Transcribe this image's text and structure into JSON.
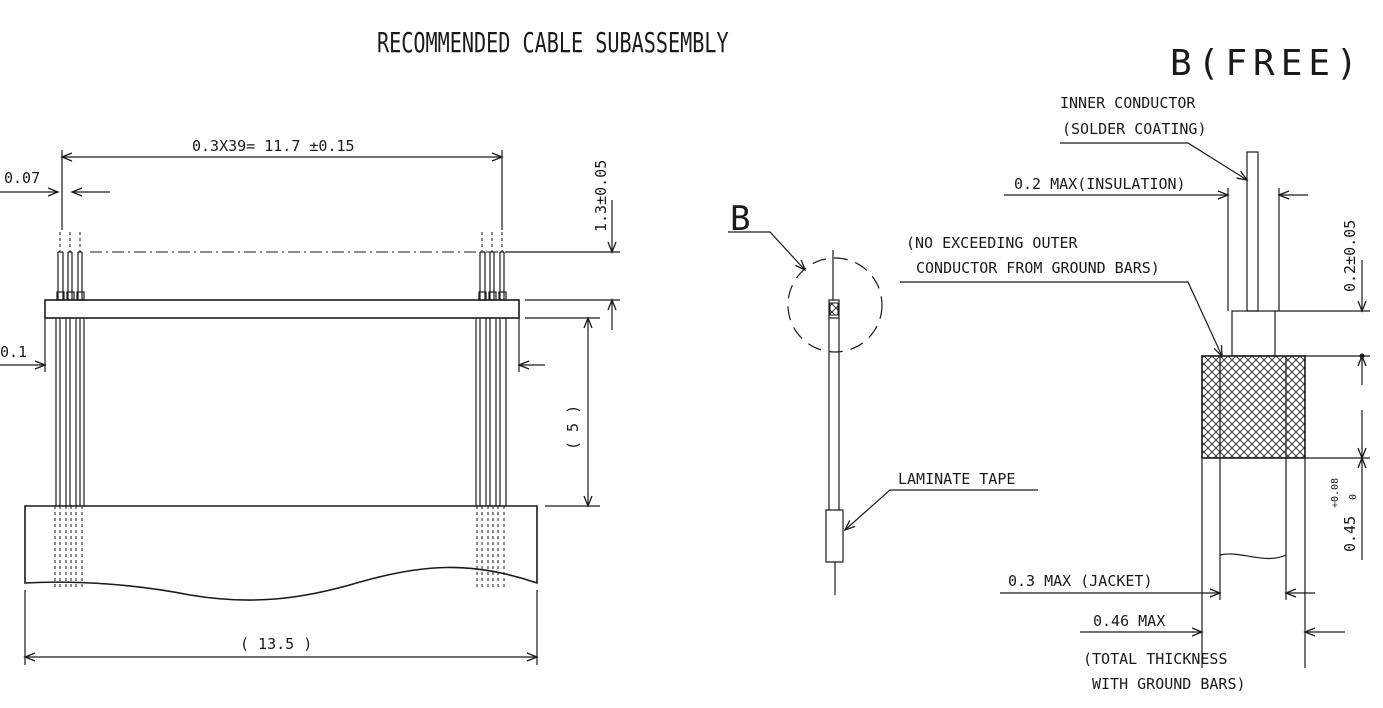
{
  "title": "RECOMMENDED CABLE SUBASSEMBLY",
  "detail": {
    "name": "B(FREE)",
    "callout": "B"
  },
  "front_view": {
    "pitch_dim": "0.3X39= 11.7 ±0.15",
    "wire_width": "0.07",
    "edge_dim": "0.1",
    "protrusion": "1.3±0.05",
    "length": "( 5 )",
    "width": "( 13.5 )"
  },
  "side_view": {
    "laminate": "LAMINATE TAPE"
  },
  "detail_view": {
    "inner_conductor_1": "INNER CONDUCTOR",
    "inner_conductor_2": "(SOLDER COATING)",
    "insulation": "0.2 MAX(INSULATION)",
    "note_1": "(NO EXCEEDING OUTER",
    "note_2": "CONDUCTOR FROM GROUND BARS)",
    "dim_02": "0.2±0.05",
    "dim_045": "0.45",
    "tol_upper": "+0.08",
    "tol_lower": "0",
    "jacket": "0.3  MAX (JACKET)",
    "total_max": "0.46 MAX",
    "total_1": "(TOTAL THICKNESS",
    "total_2": "WITH GROUND BARS)"
  }
}
